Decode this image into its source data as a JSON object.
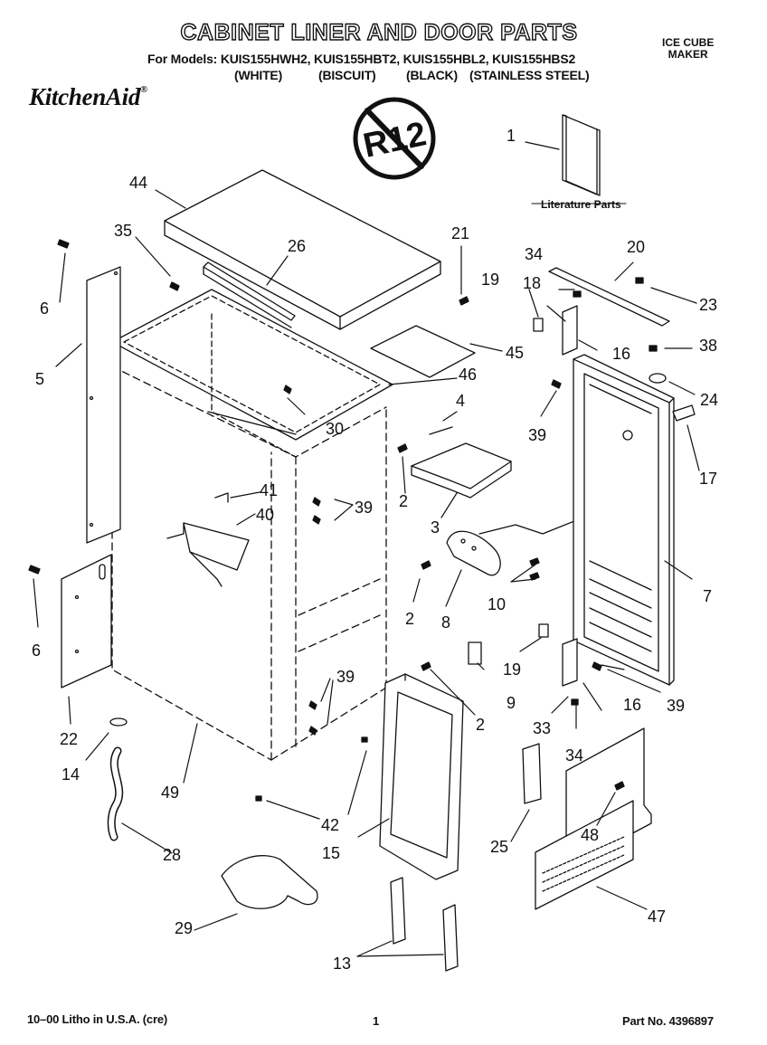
{
  "header": {
    "title": "CABINET LINER AND DOOR PARTS",
    "models_line": "For Models: KUIS155HWH2, KUIS155HBT2, KUIS155HBL2, KUIS155HBS2",
    "colors": [
      "(WHITE)",
      "(BISCUIT)",
      "(BLACK)",
      "(STAINLESS STEEL)"
    ],
    "category": [
      "ICE CUBE",
      "MAKER"
    ],
    "brand": "KitchenAid",
    "brand_mark": "®",
    "refrigerant_badge": "R12"
  },
  "literature_label": "Literature Parts",
  "callouts": [
    "1",
    "2",
    "2",
    "2",
    "3",
    "4",
    "5",
    "6",
    "6",
    "7",
    "8",
    "9",
    "10",
    "13",
    "14",
    "15",
    "16",
    "16",
    "17",
    "18",
    "19",
    "19",
    "20",
    "21",
    "22",
    "23",
    "24",
    "25",
    "26",
    "28",
    "29",
    "30",
    "33",
    "34",
    "34",
    "35",
    "38",
    "39",
    "39",
    "39",
    "39",
    "39",
    "40",
    "41",
    "42",
    "44",
    "45",
    "46",
    "47",
    "48",
    "49"
  ],
  "footer": {
    "litho": "10–00 Litho in U.S.A. (cre)",
    "page": "1",
    "part_no": "Part No. 4396897"
  },
  "colors": {
    "ink": "#111111",
    "paper": "#ffffff"
  }
}
